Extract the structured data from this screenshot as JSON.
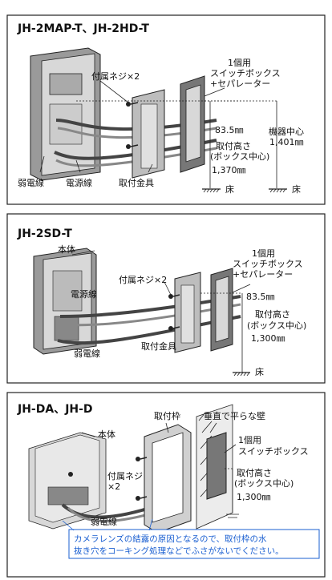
{
  "panel1": {
    "title": "JH-2MAP-T、JH-2HD-T",
    "switchbox_line1": "1個用",
    "switchbox_line2": "スイッチボックス",
    "switchbox_line3": "+セパレーター",
    "screws": "付属ネジ×2",
    "dim_offset": "83.5㎜",
    "center_line1": "機器中心",
    "center_line2": "1,401㎜",
    "height_line1": "取付高さ",
    "height_line2": "(ボックス中心)",
    "height_value": "1,370㎜",
    "floor": "床",
    "weak_wire": "弱電線",
    "power_wire": "電源線",
    "bracket": "取付金具"
  },
  "panel2": {
    "title": "JH-2SD-T",
    "body": "本体",
    "switchbox_line1": "1個用",
    "switchbox_line2": "スイッチボックス",
    "switchbox_line3": "+セパレーター",
    "screws": "付属ネジ×2",
    "power_wire": "電源線",
    "dim_offset": "83.5㎜",
    "height_line1": "取付高さ",
    "height_line2": "(ボックス中心)",
    "height_value": "1,300㎜",
    "floor": "床",
    "bracket": "取付金具",
    "weak_wire": "弱電線"
  },
  "panel3": {
    "title": "JH-DA、JH-D",
    "body": "本体",
    "frame": "取付枠",
    "wall": "垂直で平らな壁",
    "switchbox_line1": "1個用",
    "switchbox_line2": "スイッチボックス",
    "screws_line1": "付属ネジ",
    "screws_line2": "×2",
    "height_line1": "取付高さ",
    "height_line2": "(ボックス中心)",
    "height_value": "1,300㎜",
    "weak_wire": "弱電線",
    "caution_line1": "カメラレンズの結露の原因となるので、取付枠の水",
    "caution_line2": "抜き穴をコーキング処理などでふさがないでください。"
  },
  "colors": {
    "caution": "#1a5fd1",
    "device": "#9a9a9a"
  }
}
